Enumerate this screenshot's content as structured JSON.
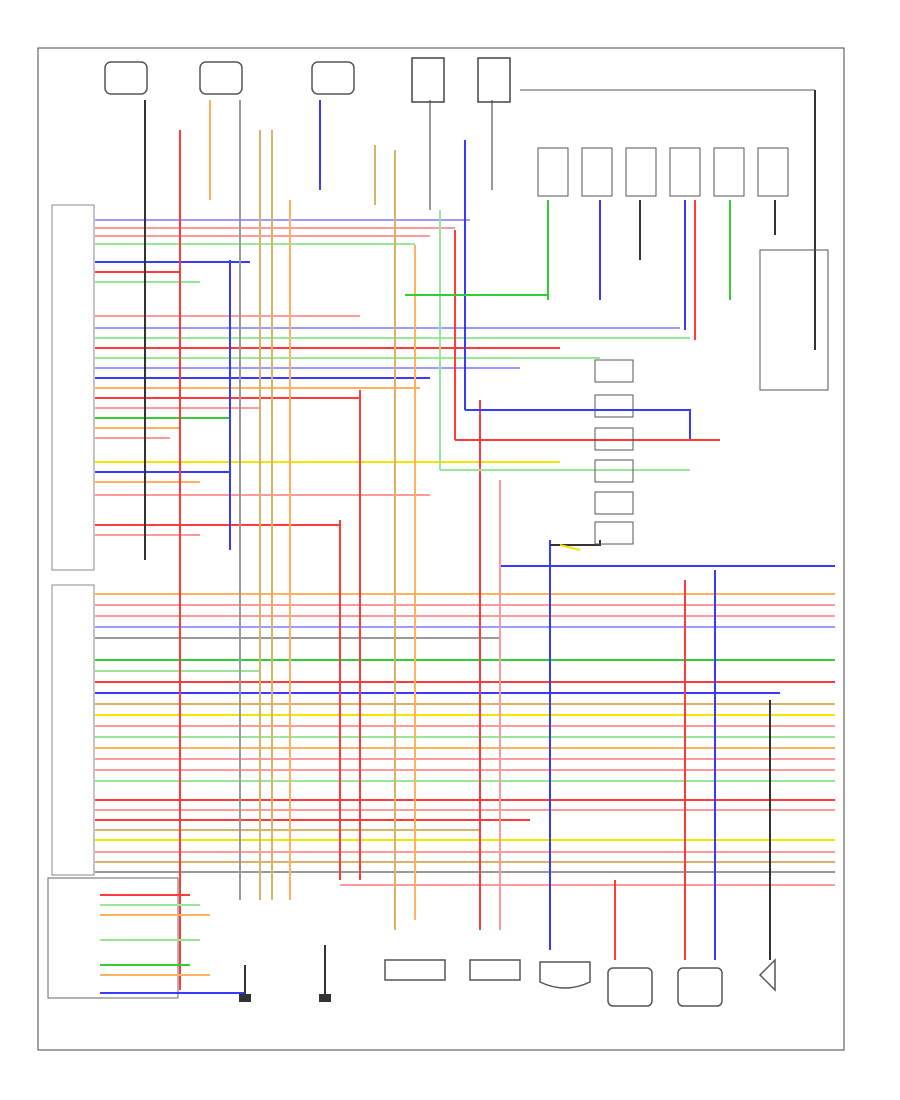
{
  "diagram": {
    "frame_number": "",
    "top_right_header": "",
    "pcm_label": "",
    "body_unit_label": "",
    "nodes": [
      {
        "id": "sensor-1",
        "caption": ""
      },
      {
        "id": "sensor-2",
        "caption": ""
      },
      {
        "id": "sensor-3",
        "caption": ""
      },
      {
        "id": "switch-1",
        "caption": ""
      },
      {
        "id": "switch-2",
        "caption": ""
      },
      {
        "id": "relay-bank",
        "caption": ""
      },
      {
        "id": "engine-ground",
        "caption": ""
      },
      {
        "id": "ground-1",
        "caption": ""
      },
      {
        "id": "ground-2",
        "caption": ""
      },
      {
        "id": "connector-a",
        "caption": ""
      },
      {
        "id": "connector-b",
        "caption": ""
      },
      {
        "id": "sensor-bottom-1",
        "caption": ""
      },
      {
        "id": "sensor-bottom-2",
        "caption": ""
      },
      {
        "id": "sensor-bottom-3",
        "caption": ""
      },
      {
        "id": "switch-bottom",
        "caption": ""
      }
    ],
    "wire_colors": {
      "red": "#ff3b3b",
      "pink": "#ff9a9a",
      "blue": "#3a3aff",
      "lightblue": "#9a9aff",
      "green": "#33cc33",
      "lightgreen": "#99e699",
      "yellow": "#f2e600",
      "orange": "#ffb060",
      "tan": "#d9b26a",
      "gray": "#999999",
      "dark": "#333333"
    }
  }
}
